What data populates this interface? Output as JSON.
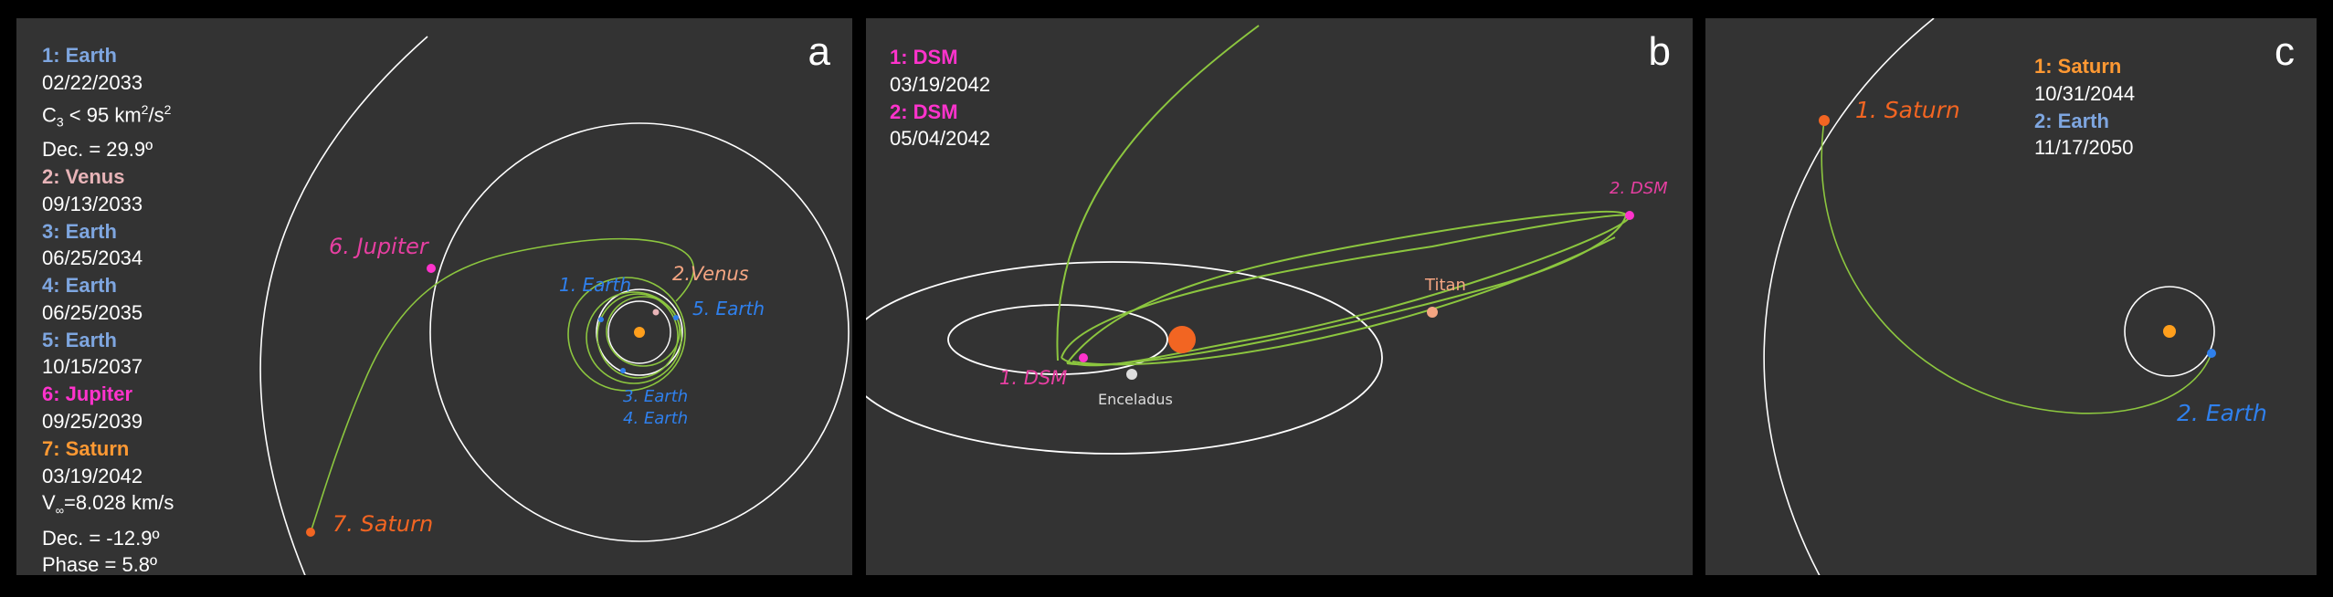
{
  "colors": {
    "background": "#000000",
    "panel": "#333333",
    "earth": "#7ea6e0",
    "venus": "#e8b4b8",
    "jupiter": "#ff33cc",
    "saturn": "#ff9933",
    "dsm": "#ff33cc",
    "trajectory": "#8cc63f",
    "orbit": "#ffffff",
    "saturn_label": "#f26522",
    "earth_label": "#2f80ed",
    "jupiter_label": "#e63fa1",
    "sun": "#ff9f1c",
    "titan": "#f4a582"
  },
  "panel_a": {
    "letter": "a",
    "legend": {
      "earth1_title": "1: Earth",
      "earth1_date": "02/22/2033",
      "c3_prefix": "C",
      "c3_sub": "3",
      "c3_mid": " < 95 km",
      "c3_sup1": "2",
      "c3_slash": "/s",
      "c3_sup2": "2",
      "dec1": "Dec. = 29.9º",
      "venus_title": "2: Venus",
      "venus_date": "09/13/2033",
      "earth3_title": "3: Earth",
      "earth3_date": "06/25/2034",
      "earth4_title": "4: Earth",
      "earth4_date": "06/25/2035",
      "earth5_title": "5: Earth",
      "earth5_date": "10/15/2037",
      "jupiter_title": "6: Jupiter",
      "jupiter_date": "09/25/2039",
      "saturn_title": "7: Saturn",
      "saturn_date": "03/19/2042",
      "vinf_prefix": "V",
      "vinf_sub": "∞",
      "vinf_value": "=8.028 km/s",
      "dec2": "Dec. = -12.9º",
      "phase": "Phase = 5.8º"
    },
    "labels": {
      "jupiter": "6. Jupiter",
      "earth1": "1. Earth",
      "venus": "2.Venus",
      "earth5": "5. Earth",
      "earth3": "3. Earth",
      "earth4": "4. Earth",
      "saturn": "7. Saturn"
    }
  },
  "panel_b": {
    "letter": "b",
    "legend": {
      "dsm1_title": "1: DSM",
      "dsm1_date": "03/19/2042",
      "dsm2_title": "2: DSM",
      "dsm2_date": "05/04/2042"
    },
    "labels": {
      "dsm1": "1. DSM",
      "dsm2": "2. DSM",
      "titan": "Titan",
      "enceladus": "Enceladus"
    }
  },
  "panel_c": {
    "letter": "c",
    "legend": {
      "saturn_title": "1: Saturn",
      "saturn_date": "10/31/2044",
      "earth_title": "2: Earth",
      "earth_date": "11/17/2050"
    },
    "labels": {
      "saturn": "1. Saturn",
      "earth": "2. Earth"
    }
  }
}
